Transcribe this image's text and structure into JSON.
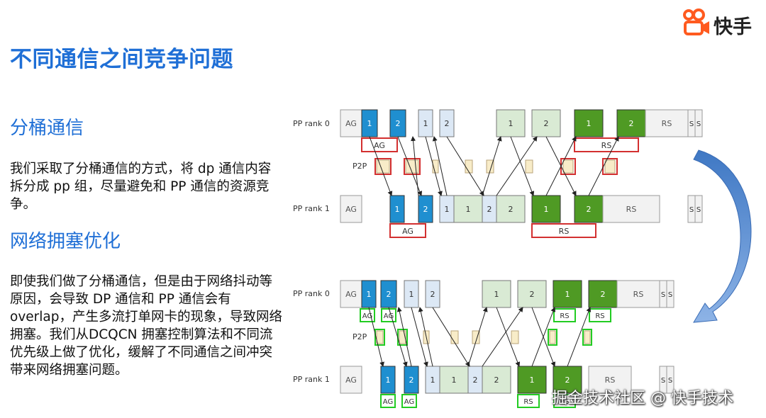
{
  "logo": {
    "text": "快手",
    "brand_color": "#ff5a1f"
  },
  "page_title": "不同通信之间竞争问题",
  "section1": {
    "heading": "分桶通信",
    "body": "我们采取了分桶通信的方式，将 dp 通信内容拆分成 pp 组，尽量避免和 PP 通信的资源竞争。"
  },
  "section2": {
    "heading": "网络拥塞优化",
    "body": "即使我们做了分桶通信，但是由于网络抖动等原因，会导致 DP 通信和 PP 通信会有 overlap，产生多流打单网卡的现象，导致网络拥塞。我们从DCQCN 拥塞控制算法和不同流优先级上做了优化，缓解了不同通信之间冲突带来网络拥塞问题。"
  },
  "diagram": {
    "rank0_label": "PP rank 0",
    "rank1_label": "PP rank 1",
    "p2p_label": "P2P",
    "ag": "AG",
    "rs": "RS",
    "s": "S",
    "n1": "1",
    "n2": "2",
    "colors": {
      "fwd": "#1f8fd0",
      "fwd_light": "#dce8f5",
      "bwd_light": "#d9ead4",
      "bwd": "#4f9a24",
      "gray": "#f2f2f2",
      "p2p": "#f8ecc8",
      "conflict_box": "#d33030",
      "ok_box": "#22cc22",
      "arrow": "#5b8fd0"
    }
  },
  "watermark": "掘金技术社区 @ 快手技术"
}
